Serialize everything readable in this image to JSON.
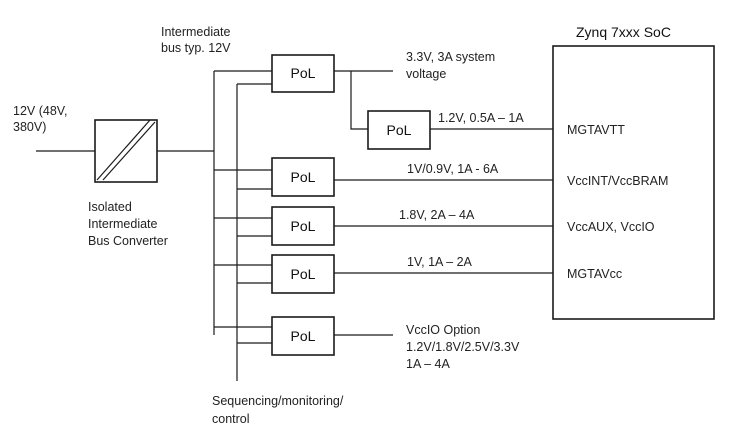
{
  "input": {
    "lines": [
      "12V (48V,",
      "380V)"
    ]
  },
  "converter": {
    "lines": [
      "Isolated",
      "Intermediate",
      "Bus Converter"
    ]
  },
  "intermediate_bus": {
    "lines": [
      "Intermediate",
      "bus typ. 12V"
    ]
  },
  "control": {
    "lines": [
      "Sequencing/monitoring/",
      "control"
    ]
  },
  "soc": {
    "title": "Zynq 7xxx SoC"
  },
  "pol_label": "PoL",
  "rails": [
    {
      "pol": "PoL",
      "label_lines": [
        "3.3V, 3A system",
        "voltage"
      ],
      "soc_pin": ""
    },
    {
      "pol": "PoL",
      "label_lines": [
        "1.2V, 0.5A – 1A"
      ],
      "soc_pin": "MGTAVTT"
    },
    {
      "pol": "PoL",
      "label_lines": [
        "1V/0.9V, 1A - 6A"
      ],
      "soc_pin": "VccINT/VccBRAM"
    },
    {
      "pol": "PoL",
      "label_lines": [
        "1.8V, 2A – 4A"
      ],
      "soc_pin": "VccAUX, VccIO"
    },
    {
      "pol": "PoL",
      "label_lines": [
        "1V, 1A – 2A"
      ],
      "soc_pin": "MGTAVcc"
    },
    {
      "pol": "PoL",
      "label_lines": [
        "VccIO Option",
        "1.2V/1.8V/2.5V/3.3V",
        "1A – 4A"
      ],
      "soc_pin": ""
    }
  ]
}
